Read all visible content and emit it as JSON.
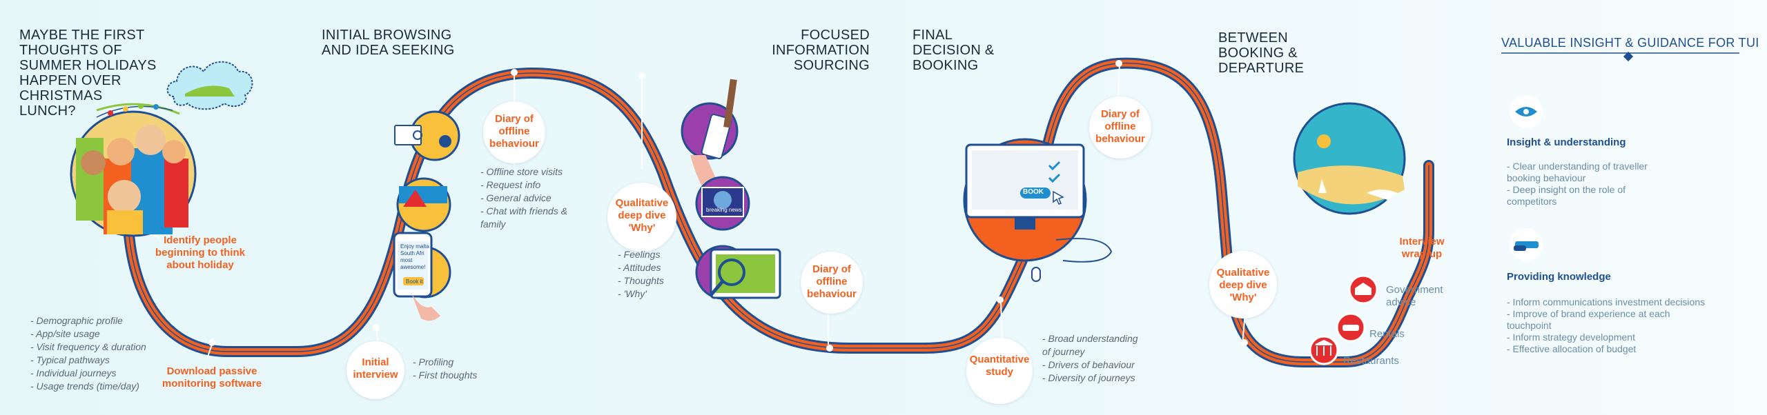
{
  "stages": {
    "s1": [
      "MAYBE THE FIRST",
      "THOUGHTS OF",
      "SUMMER HOLIDAYS",
      "HAPPEN OVER",
      "CHRISTMAS",
      "LUNCH?"
    ],
    "s2": [
      "INITIAL BROWSING",
      "AND IDEA SEEKING"
    ],
    "s3": [
      "FOCUSED",
      "INFORMATION",
      "SOURCING"
    ],
    "s4": [
      "FINAL",
      "DECISION &",
      "BOOKING"
    ],
    "s5": [
      "BETWEEN",
      "BOOKING &",
      "DEPARTURE"
    ]
  },
  "callouts": {
    "identify": [
      "Identify people",
      "beginning to think",
      "about holiday"
    ],
    "download": [
      "Download passive",
      "monitoring software"
    ],
    "initial_interview": [
      "Initial",
      "interview"
    ],
    "diary1": [
      "Diary of",
      "offline",
      "behaviour"
    ],
    "qual1": [
      "Qualitative",
      "deep dive",
      "'Why'"
    ],
    "diary2": [
      "Diary of",
      "offline",
      "behaviour"
    ],
    "quant": [
      "Quantitative",
      "study"
    ],
    "diary3": [
      "Diary of",
      "offline",
      "behaviour"
    ],
    "qual2": [
      "Qualitative",
      "deep dive",
      "'Why'"
    ],
    "wrapup": [
      "Interview",
      "wrap-up"
    ]
  },
  "lists": {
    "demographic": [
      "- Demographic profile",
      "- App/site usage",
      "- Visit frequency & duration",
      "- Typical pathways",
      "- Individual journeys",
      "- Usage trends (time/day)"
    ],
    "profiling": [
      "- Profiling",
      "- First thoughts"
    ],
    "offline": [
      "- Offline store visits",
      "- Request info",
      "- General advice",
      "- Chat with friends &",
      "family"
    ],
    "feelings": [
      "- Feelings",
      "- Attitudes",
      "- Thoughts",
      "- 'Why'"
    ],
    "broad": [
      "- Broad understanding",
      "of journey",
      "- Drivers of behaviour",
      "- Diversity of journeys"
    ]
  },
  "screen_text": {
    "book": "BOOK",
    "phone": [
      "Enjoy malta",
      "South Afri",
      "most",
      "awesome!"
    ],
    "phone_btn": "Book it",
    "breaking": "breaking news"
  },
  "guide_items": {
    "government": [
      "Government",
      "advice"
    ],
    "rentals": "Rentals",
    "restaurants": "Restaurants"
  },
  "panel": {
    "title": "VALUABLE INSIGHT & GUIDANCE FOR TUI",
    "insight_head": "Insight & understanding",
    "insight_items": [
      "- Clear understanding of traveller",
      "booking behaviour",
      "- Deep insight on the role of",
      "competitors"
    ],
    "knowledge_head": "Providing knowledge",
    "knowledge_items": [
      "- Inform communications investment decisions",
      "- Improve of brand experience at each",
      "touchpoint",
      "- Inform strategy development",
      "- Effective allocation of budget"
    ]
  },
  "colors": {
    "path_orange": "#f2611f",
    "path_navy": "#1f4e92",
    "callout_orange": "#f2611f",
    "marker_red": "#e42d2f",
    "circle_outline": "#1f4e92"
  },
  "icons": [
    "eye-icon",
    "hand-book-icon",
    "building-icon",
    "car-icon",
    "restaurant-icon",
    "cloud-icon"
  ]
}
